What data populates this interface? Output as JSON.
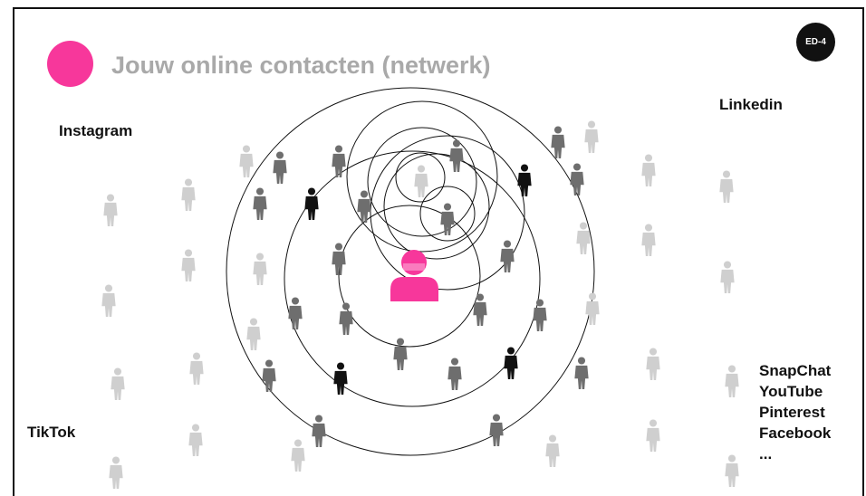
{
  "slide": {
    "title": "Jouw online contacten (netwerk)",
    "badge": "ED-4",
    "accent_color": "#f7379b"
  },
  "platforms": {
    "instagram": "Instagram",
    "linkedin": "Linkedin",
    "tiktok": "TikTok",
    "others": [
      "SnapChat",
      "YouTube",
      "Pinterest",
      "Facebook",
      "..."
    ]
  },
  "people": {
    "center_icon": "user-icon",
    "contact_icon": "person-icon",
    "shades": {
      "light": "#cfcfcf",
      "mid": "#6e6e6e",
      "dark": "#111111"
    }
  }
}
